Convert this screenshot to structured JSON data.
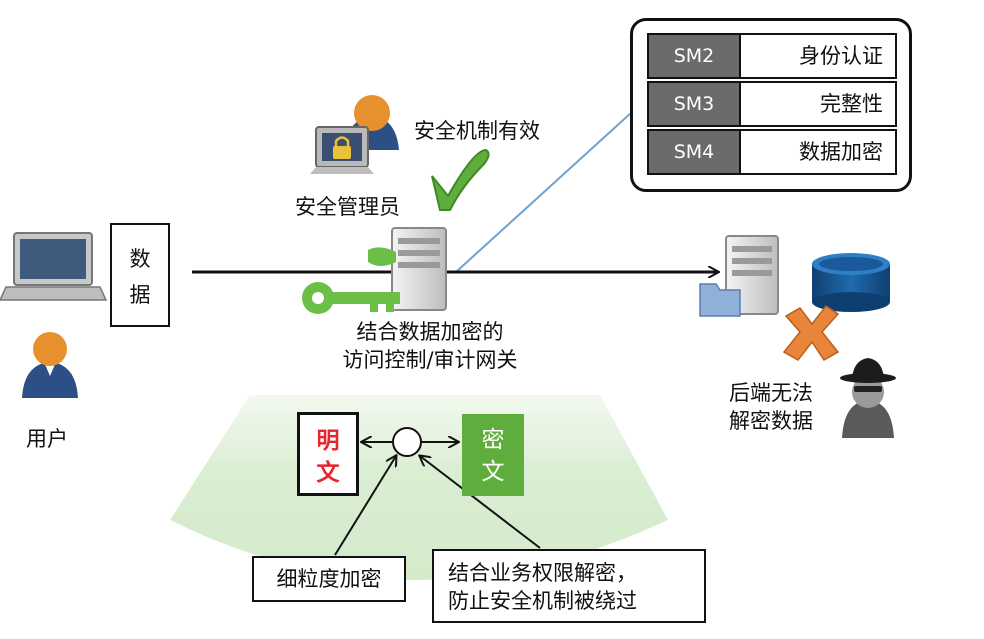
{
  "security_manager": {
    "label": "安全管理员",
    "status_text": "安全机制有效"
  },
  "user": {
    "label": "用户",
    "data_box": [
      "数",
      "据"
    ]
  },
  "gateway": {
    "label_line1": "结合数据加密的",
    "label_line2": "访问控制/审计网关"
  },
  "sm_table": [
    {
      "code": "SM2",
      "name": "身份认证"
    },
    {
      "code": "SM3",
      "name": "完整性"
    },
    {
      "code": "SM4",
      "name": "数据加密"
    }
  ],
  "backend": {
    "label_line1": "后端无法",
    "label_line2": "解密数据"
  },
  "conversion": {
    "plaintext": [
      "明",
      "文"
    ],
    "ciphertext": [
      "密",
      "文"
    ]
  },
  "callouts": {
    "fine_grained": "细粒度加密",
    "bypass_line1": "结合业务权限解密，",
    "bypass_line2": "防止安全机制被绕过"
  },
  "colors": {
    "green": "#5fad3d",
    "orange": "#e6902e",
    "red": "#e8232a",
    "user_blue": "#2c4f86",
    "db_blue": "#1b5a96",
    "sector_green": "#dcefd6"
  }
}
